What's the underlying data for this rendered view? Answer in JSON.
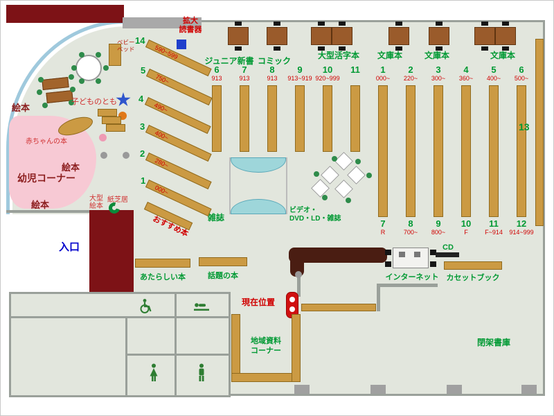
{
  "colors": {
    "wall_maroon": "#7d1216",
    "shelf_tan": "#cb9a43",
    "label_green": "#009933",
    "label_red": "#d00000",
    "entrance_blue": "#0000cc",
    "floor": "#e2e6dd",
    "pink_area": "#f7c9d4",
    "arc_blue": "#9fc9dd",
    "teal_rack": "#9ed6da",
    "marker_red": "#d01010"
  },
  "top": {
    "magnifier_line1": "拡大",
    "magnifier_line2": "読書器"
  },
  "categories": [
    {
      "label": "ジュニア新書"
    },
    {
      "label": "コミック"
    },
    {
      "label": "大型活字本"
    },
    {
      "label": "文庫本"
    },
    {
      "label": "文庫本"
    },
    {
      "label": "文庫本"
    }
  ],
  "shelves_a": [
    {
      "no": "6",
      "range": "913"
    },
    {
      "no": "7",
      "range": "913"
    },
    {
      "no": "8",
      "range": "913"
    },
    {
      "no": "9",
      "range": "913~919"
    },
    {
      "no": "10",
      "range": "920~999"
    },
    {
      "no": "11",
      "range": ""
    }
  ],
  "shelves_b_top": [
    {
      "no": "1",
      "range": "000~"
    },
    {
      "no": "2",
      "range": "220~"
    },
    {
      "no": "3",
      "range": "300~"
    },
    {
      "no": "4",
      "range": "360~"
    },
    {
      "no": "5",
      "range": "400~"
    },
    {
      "no": "6",
      "range": "500~"
    }
  ],
  "shelves_b_bottom": [
    {
      "no": "7",
      "range": "R"
    },
    {
      "no": "8",
      "range": "700~"
    },
    {
      "no": "9",
      "range": "800~"
    },
    {
      "no": "10",
      "range": "F"
    },
    {
      "no": "11",
      "range": "F~914"
    },
    {
      "no": "12",
      "range": "914~999"
    }
  ],
  "diagonal_shelves": [
    {
      "no": "14",
      "range": "590~599"
    },
    {
      "no": "5",
      "range": "750~"
    },
    {
      "no": "4",
      "range": "490~"
    },
    {
      "no": "3",
      "range": "400~"
    },
    {
      "no": "2",
      "range": "280~"
    },
    {
      "no": "1",
      "range": "000~"
    }
  ],
  "right_shelf": {
    "no": "13"
  },
  "areas": {
    "magazines": "雑誌",
    "video_line1": "ビデオ・",
    "video_line2": "DVD・LD・雑誌",
    "recommended": "おすすめ本",
    "new_books": "あたらしい本",
    "topic_books": "話題の本",
    "internet": "インターネット",
    "cd": "CD",
    "cassette_books": "カセットブック",
    "local_docs_line1": "地域資料",
    "local_docs_line2": "コーナー",
    "closed_stacks": "閉架書庫",
    "entrance": "入口",
    "current_location": "現在位置"
  },
  "children_corner": {
    "baby_bed_line1": "ベビー",
    "baby_bed_line2": "ベッド",
    "kodomo_no_tomo": "子どものとも",
    "picture_books_1": "絵本",
    "picture_books_2": "絵本",
    "picture_books_3": "絵本",
    "baby_books": "赤ちゃんの本",
    "toddler_corner": "幼児コーナー",
    "large_picture_books_line1": "大型",
    "large_picture_books_line2": "絵本",
    "kamishibai": "紙芝居"
  }
}
